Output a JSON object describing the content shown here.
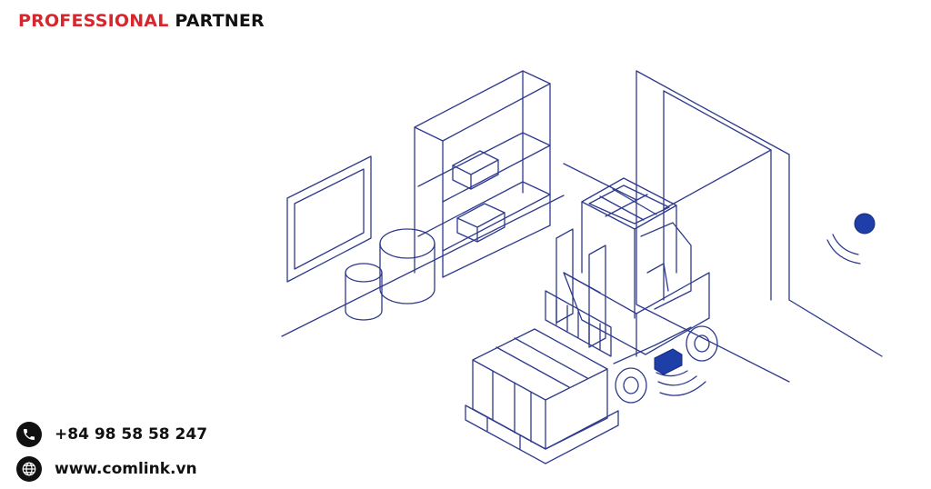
{
  "brand": {
    "accent_text": "PROFESSIONAL",
    "dark_text": "PARTNER",
    "accent_color": "#d7262c"
  },
  "contacts": {
    "phone": {
      "icon": "phone-icon",
      "text": "+84 98 58 58 247"
    },
    "website": {
      "icon": "globe-icon",
      "text": "www.comlink.vn"
    }
  },
  "illustration": {
    "subject": "forklift-in-warehouse",
    "line_color": "#2e3a8c",
    "sensor_color": "#1f3fa8"
  }
}
